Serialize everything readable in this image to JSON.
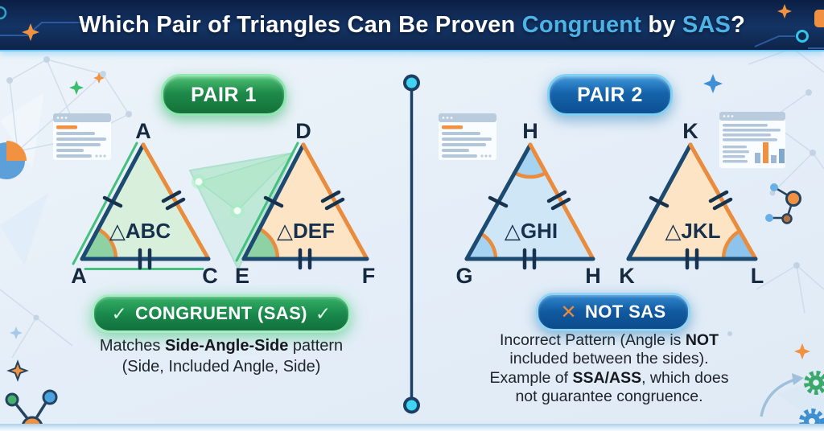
{
  "title": {
    "part1": "Which Pair of Triangles Can Be Proven ",
    "highlight1": "Congruent",
    "part2": " by ",
    "highlight2": "SAS",
    "part3": "?"
  },
  "pair1": {
    "badge_label": "PAIR 1",
    "triangle_abc": {
      "name": "△ABC",
      "apex_label": "A",
      "left_label": "A",
      "right_label": "C"
    },
    "triangle_def": {
      "name": "△DEF",
      "apex_label": "D",
      "left_label": "E",
      "right_label": "F"
    },
    "verdict": {
      "check_left": "✓",
      "label": "CONGRUENT (SAS)",
      "check_right": "✓"
    },
    "description": {
      "line1_pre": "Matches ",
      "line1_bold": "Side-Angle-Side",
      "line1_post": " pattern",
      "line2": "(Side, Included Angle, Side)"
    }
  },
  "pair2": {
    "badge_label": "PAIR 2",
    "triangle_ghi": {
      "name": "△GHI",
      "apex_label": "H",
      "left_label": "G",
      "right_label": "H"
    },
    "triangle_jkl": {
      "name": "△JKL",
      "apex_label": "K",
      "left_label": "K",
      "right_label": "L"
    },
    "verdict": {
      "x_icon": "✕",
      "label": "NOT SAS"
    },
    "description": {
      "line1_pre": "Incorrect Pattern (Angle is ",
      "line1_bold": "NOT",
      "line2": "included between the sides).",
      "line3_pre": "Example of ",
      "line3_bold": "SSA/ASS",
      "line3_post": ", which does",
      "line4": "not guarantee congruence."
    }
  },
  "colors": {
    "navy_side": "#1d4a70",
    "orange_side": "#e98c3e",
    "green_accent": "#45c07e",
    "abc_fill": "#d8efdc",
    "def_fill": "#fce4c4",
    "ghi_fill": "#cfe6f7",
    "jkl_fill": "#fce4c4",
    "pair1_badge_green": "#1e8a4a",
    "pair2_badge_blue": "#1563ab",
    "title_highlight": "#4db3e6"
  }
}
